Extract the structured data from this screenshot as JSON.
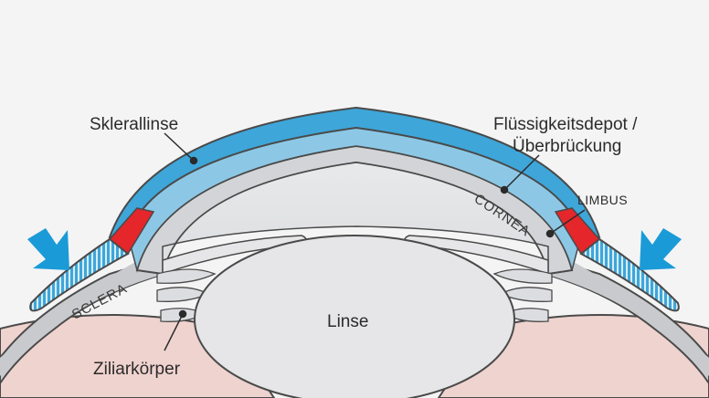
{
  "labels": {
    "scleral_lens": "Sklerallinse",
    "fluid_line1": "Flüssigkeitsdepot /",
    "fluid_line2": "Überbrückung",
    "limbus": "LIMBUS",
    "cornea": "CORNEA",
    "sclera": "SCLERA",
    "lens": "Linse",
    "ciliary_body": "Ziliarkörper"
  },
  "colors": {
    "background": "#f4f4f5",
    "lens_blue": "#3ea6d9",
    "lens_blue_light": "#8cc8e6",
    "cornea_grey": "#e3e4e6",
    "sclera_grey": "#c9cacd",
    "outline": "#4a4a4a",
    "limbus_red": "#e5262b",
    "skin": "#efd3cf",
    "crystalline_lens": "#e6e6e8",
    "arrow": "#1a9bd7"
  },
  "icons": [
    "arrow-down-right-icon",
    "arrow-down-left-icon"
  ]
}
